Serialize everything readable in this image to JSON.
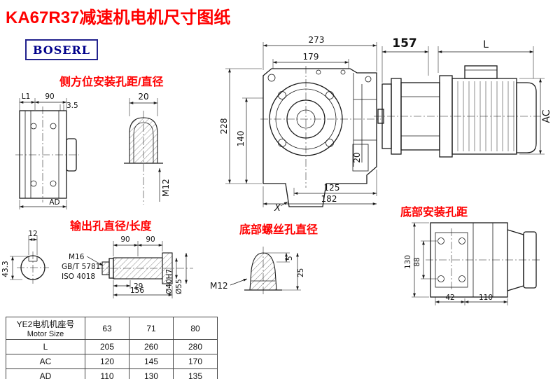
{
  "labels": {
    "title": "KA67R37减速机电机尺寸图纸",
    "logo": "BOSERL",
    "side_mount": "侧方位安装孔距/直径",
    "output_hole": "输出孔直径/长度",
    "bottom_screw": "底部螺丝孔直径",
    "bottom_mount": "底部安装孔距"
  },
  "dims": {
    "d273": "273",
    "d179": "179",
    "d228": "228",
    "d140": "140",
    "d20r": "20",
    "d125": "125",
    "d182": "182",
    "dx": "X",
    "d157": "157",
    "dL": "L",
    "dAC": "AC",
    "dL1": "L1",
    "d90f": "90",
    "d35": "3.5",
    "dAD": "AD",
    "d20h": "20",
    "dM12h": "M12",
    "d12": "12",
    "d433": "43.3",
    "dM16": "M16",
    "dGB": "GB/T 5781",
    "dISO": "ISO 4018",
    "d90a": "90",
    "d90b": "90",
    "d29": "29",
    "d156": "156",
    "d40": "Ø40H7",
    "d55": "Ø55",
    "dM12s": "M12",
    "d5": "5",
    "d25": "25",
    "d130": "130",
    "d88": "88",
    "d42": "42",
    "d110": "110"
  },
  "table": {
    "head_line1": "YE2电机机座号",
    "head_line2": "Motor Size",
    "sizes": [
      "63",
      "71",
      "80"
    ],
    "rows": [
      {
        "label": "L",
        "values": [
          "205",
          "260",
          "280"
        ]
      },
      {
        "label": "AC",
        "values": [
          "120",
          "145",
          "170"
        ]
      },
      {
        "label": "AD",
        "values": [
          "110",
          "130",
          "135"
        ]
      }
    ]
  }
}
